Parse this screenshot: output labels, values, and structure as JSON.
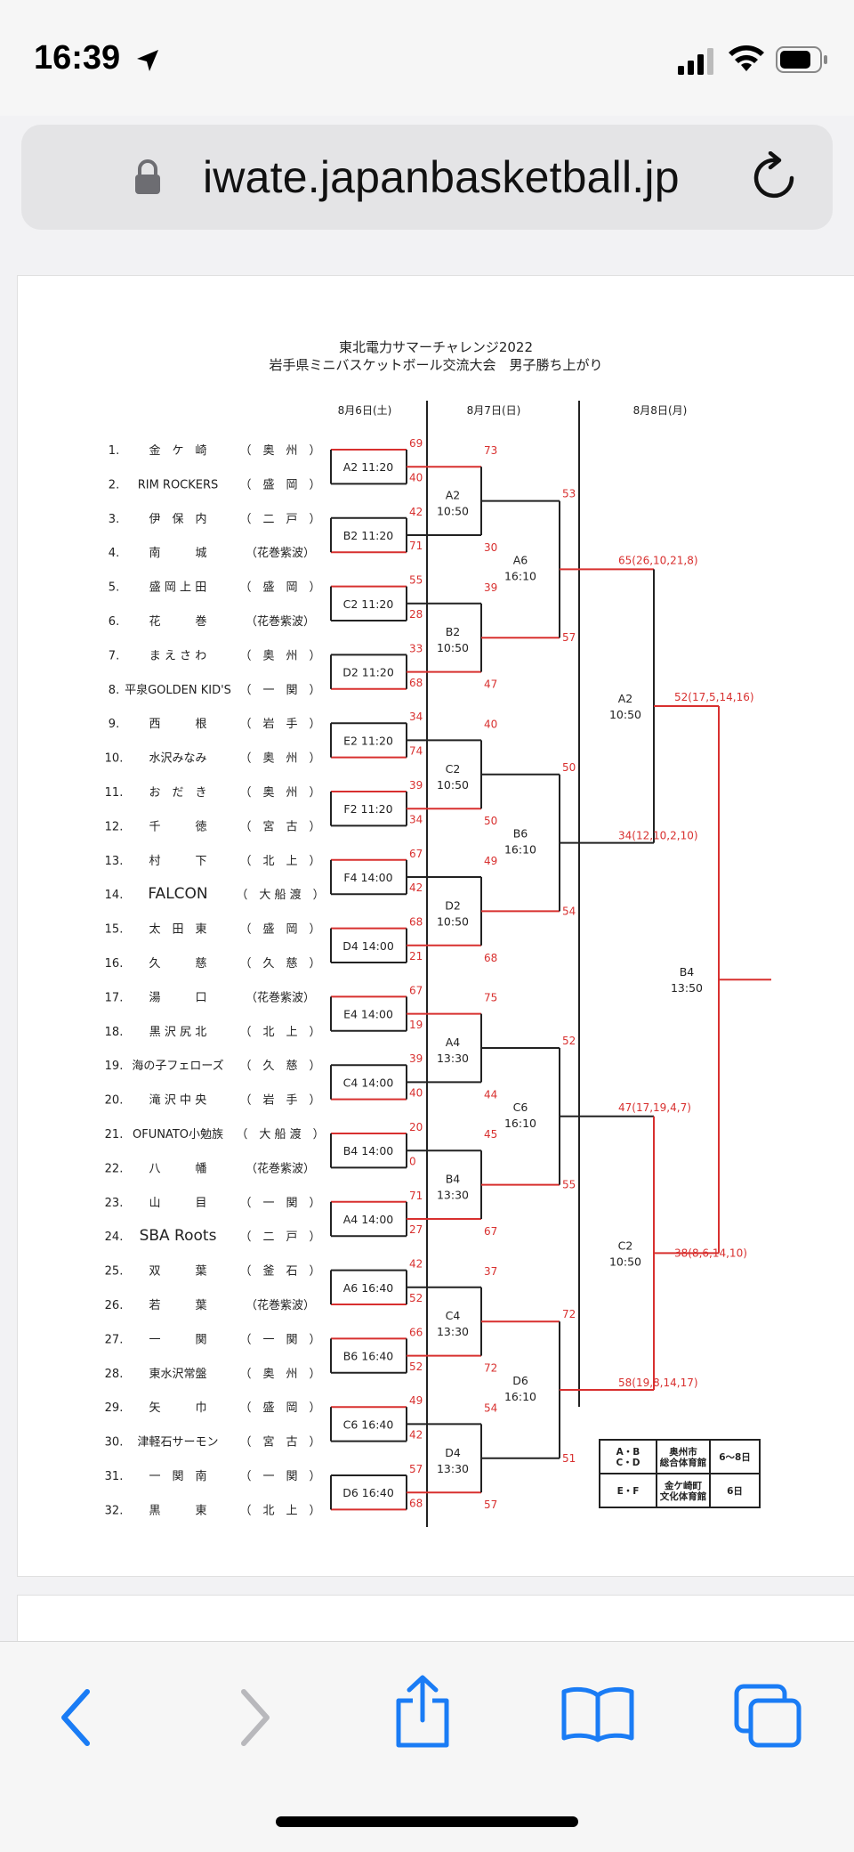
{
  "status_bar": {
    "time": "16:39"
  },
  "browser": {
    "url": "iwate.japanbasketball.jp"
  },
  "document": {
    "title_line1": "東北電力サマーチャレンジ2022",
    "title_line2": "岩手県ミニバスケットボール交流大会　男子勝ち上がり",
    "day_headers": [
      "8月6日(土)",
      "8月7日(日)",
      "8月8日(月)"
    ],
    "teams": [
      {
        "no": "1.",
        "name": "金　ケ　崎",
        "region": "（　奥　州　）"
      },
      {
        "no": "2.",
        "name": "RIM ROCKERS",
        "region": "（　盛　岡　）"
      },
      {
        "no": "3.",
        "name": "伊　保　内",
        "region": "（　二　戸　）"
      },
      {
        "no": "4.",
        "name": "南　　　城",
        "region": "（花巻紫波）"
      },
      {
        "no": "5.",
        "name": "盛 岡 上 田",
        "region": "（　盛　岡　）"
      },
      {
        "no": "6.",
        "name": "花　　　巻",
        "region": "（花巻紫波）"
      },
      {
        "no": "7.",
        "name": "ま え さ わ",
        "region": "（　奥　州　）"
      },
      {
        "no": "8.",
        "name": "平泉GOLDEN KID'S",
        "region": "（　一　関　）"
      },
      {
        "no": "9.",
        "name": "西　　　根",
        "region": "（　岩　手　）"
      },
      {
        "no": "10.",
        "name": "水沢みなみ",
        "region": "（　奥　州　）"
      },
      {
        "no": "11.",
        "name": "お　だ　き",
        "region": "（　奥　州　）"
      },
      {
        "no": "12.",
        "name": "千　　　徳",
        "region": "（　宮　古　）"
      },
      {
        "no": "13.",
        "name": "村　　　下",
        "region": "（　北　上　）"
      },
      {
        "no": "14.",
        "name": "FALCON",
        "region": "（　大 船 渡　）"
      },
      {
        "no": "15.",
        "name": "太　田　東",
        "region": "（　盛　岡　）"
      },
      {
        "no": "16.",
        "name": "久　　　慈",
        "region": "（　久　慈　）"
      },
      {
        "no": "17.",
        "name": "湯　　　口",
        "region": "（花巻紫波）"
      },
      {
        "no": "18.",
        "name": "黒 沢 尻 北",
        "region": "（　北　上　）"
      },
      {
        "no": "19.",
        "name": "海の子フェローズ",
        "region": "（　久　慈　）"
      },
      {
        "no": "20.",
        "name": "滝 沢 中 央",
        "region": "（　岩　手　）"
      },
      {
        "no": "21.",
        "name": "OFUNATO小勉族",
        "region": "（　大 船 渡　）"
      },
      {
        "no": "22.",
        "name": "八　　　幡",
        "region": "（花巻紫波）"
      },
      {
        "no": "23.",
        "name": "山　　　目",
        "region": "（　一　関　）"
      },
      {
        "no": "24.",
        "name": "SBA Roots",
        "region": "（　二　戸　）"
      },
      {
        "no": "25.",
        "name": "双　　　葉",
        "region": "（　釜　石　）"
      },
      {
        "no": "26.",
        "name": "若　　　葉",
        "region": "（花巻紫波）"
      },
      {
        "no": "27.",
        "name": "一　　　関",
        "region": "（　一　関　）"
      },
      {
        "no": "28.",
        "name": "東水沢常盤",
        "region": "（　奥　州　）"
      },
      {
        "no": "29.",
        "name": "矢　　　巾",
        "region": "（　盛　岡　）"
      },
      {
        "no": "30.",
        "name": "津軽石サーモン",
        "region": "（　宮　古　）"
      },
      {
        "no": "31.",
        "name": "一　関　南",
        "region": "（　一　関　）"
      },
      {
        "no": "32.",
        "name": "黒　　　東",
        "region": "（　北　上　）"
      }
    ],
    "round1": [
      {
        "label": "A2 11:20",
        "s1": "69",
        "s2": "40"
      },
      {
        "label": "B2 11:20",
        "s1": "42",
        "s2": "71"
      },
      {
        "label": "C2 11:20",
        "s1": "55",
        "s2": "28"
      },
      {
        "label": "D2 11:20",
        "s1": "33",
        "s2": "68"
      },
      {
        "label": "E2 11:20",
        "s1": "34",
        "s2": "74"
      },
      {
        "label": "F2 11:20",
        "s1": "39",
        "s2": "34"
      },
      {
        "label": "F4 14:00",
        "s1": "67",
        "s2": "42"
      },
      {
        "label": "D4 14:00",
        "s1": "68",
        "s2": "21"
      },
      {
        "label": "E4 14:00",
        "s1": "67",
        "s2": "19"
      },
      {
        "label": "C4 14:00",
        "s1": "39",
        "s2": "40"
      },
      {
        "label": "B4 14:00",
        "s1": "20",
        "s2": "0"
      },
      {
        "label": "A4 14:00",
        "s1": "71",
        "s2": "27"
      },
      {
        "label": "A6 16:40",
        "s1": "42",
        "s2": "52"
      },
      {
        "label": "B6 16:40",
        "s1": "66",
        "s2": "52"
      },
      {
        "label": "C6 16:40",
        "s1": "49",
        "s2": "42"
      },
      {
        "label": "D6 16:40",
        "s1": "57",
        "s2": "68"
      }
    ],
    "round2": [
      {
        "line1": "A2",
        "line2": "10:50",
        "s1": "73",
        "s2": "30"
      },
      {
        "line1": "B2",
        "line2": "10:50",
        "s1": "39",
        "s2": "47"
      },
      {
        "line1": "C2",
        "line2": "10:50",
        "s1": "40",
        "s2": "50"
      },
      {
        "line1": "D2",
        "line2": "10:50",
        "s1": "49",
        "s2": "68"
      },
      {
        "line1": "A4",
        "line2": "13:30",
        "s1": "75",
        "s2": "44"
      },
      {
        "line1": "B4",
        "line2": "13:30",
        "s1": "45",
        "s2": "67"
      },
      {
        "line1": "C4",
        "line2": "13:30",
        "s1": "37",
        "s2": "72"
      },
      {
        "line1": "D4",
        "line2": "13:30",
        "s1": "54",
        "s2": "57"
      }
    ],
    "round3": [
      {
        "line1": "A6",
        "line2": "16:10",
        "s1": "53",
        "s2": "57"
      },
      {
        "line1": "B6",
        "line2": "16:10",
        "s1": "50",
        "s2": "54"
      },
      {
        "line1": "C6",
        "line2": "16:10",
        "s1": "52",
        "s2": "55"
      },
      {
        "line1": "D6",
        "line2": "16:10",
        "s1": "72",
        "s2": "51"
      }
    ],
    "semis": [
      {
        "line1": "A2",
        "line2": "10:50",
        "s1": "65(26,10,21,8)",
        "s2": "34(12,10,2,10)"
      },
      {
        "line1": "C2",
        "line2": "10:50",
        "s1": "47(17,19,4,7)",
        "s2": "58(19,8,14,17)"
      }
    ],
    "final": {
      "line1": "B4",
      "line2": "13:50",
      "s1": "52(17,5,14,16)",
      "s2": "38(8,6,14,10)"
    },
    "venue_table": [
      {
        "courts": "A・B\nC・D",
        "venue": "奥州市\n総合体育館",
        "dates": "6〜8日"
      },
      {
        "courts": "E・F",
        "venue": "金ケ崎町\n文化体育館",
        "dates": "6日"
      }
    ]
  },
  "toolbar": {
    "icons": [
      "back-icon",
      "forward-icon",
      "share-icon",
      "bookmarks-icon",
      "tabs-icon"
    ]
  }
}
